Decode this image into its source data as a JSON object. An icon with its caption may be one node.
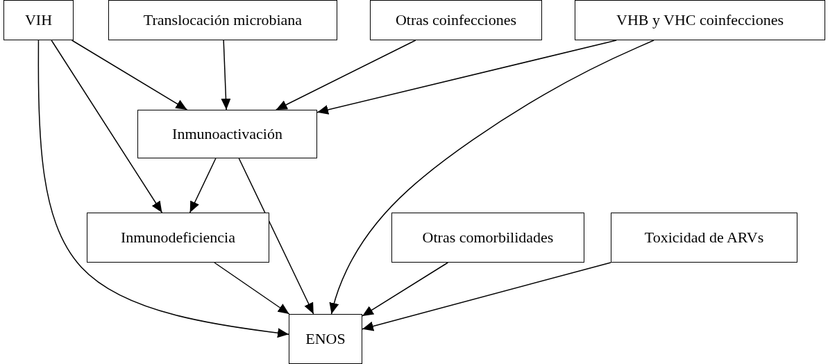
{
  "diagram": {
    "nodes": [
      {
        "text": [
          "VIH"
        ]
      },
      {
        "text": [
          "Translocación microbiana"
        ]
      },
      {
        "text": [
          "Otras coinfecciones"
        ]
      },
      {
        "text": [
          "VHB y VHC coinfecciones"
        ]
      },
      {
        "text": [
          "Inmunoactivación"
        ]
      },
      {
        "text": [
          "Inmunodeficiencia"
        ]
      },
      {
        "text": [
          "Otras comorbilidades"
        ]
      },
      {
        "text": [
          "Toxicidad de ARVs"
        ]
      },
      {
        "text": [
          "ENOS"
        ]
      }
    ],
    "edges": [
      {
        "from": 0,
        "to": 4,
        "arrow": "to"
      },
      {
        "from": 1,
        "to": 4,
        "arrow": "to"
      },
      {
        "from": 2,
        "to": 4,
        "arrow": "to"
      },
      {
        "from": 3,
        "to": 4,
        "arrow": "to"
      },
      {
        "from": 0,
        "to": 5,
        "arrow": "to"
      },
      {
        "from": 0,
        "to": 8,
        "arrow": "to"
      },
      {
        "from": 4,
        "to": 5,
        "arrow": "to"
      },
      {
        "from": 4,
        "to": 8,
        "arrow": "to"
      },
      {
        "from": 3,
        "to": 8,
        "arrow": "to"
      },
      {
        "from": 5,
        "to": 8,
        "arrow": "to"
      },
      {
        "from": 6,
        "to": 8,
        "arrow": "to"
      },
      {
        "from": 7,
        "to": 8,
        "arrow": "to"
      }
    ]
  }
}
